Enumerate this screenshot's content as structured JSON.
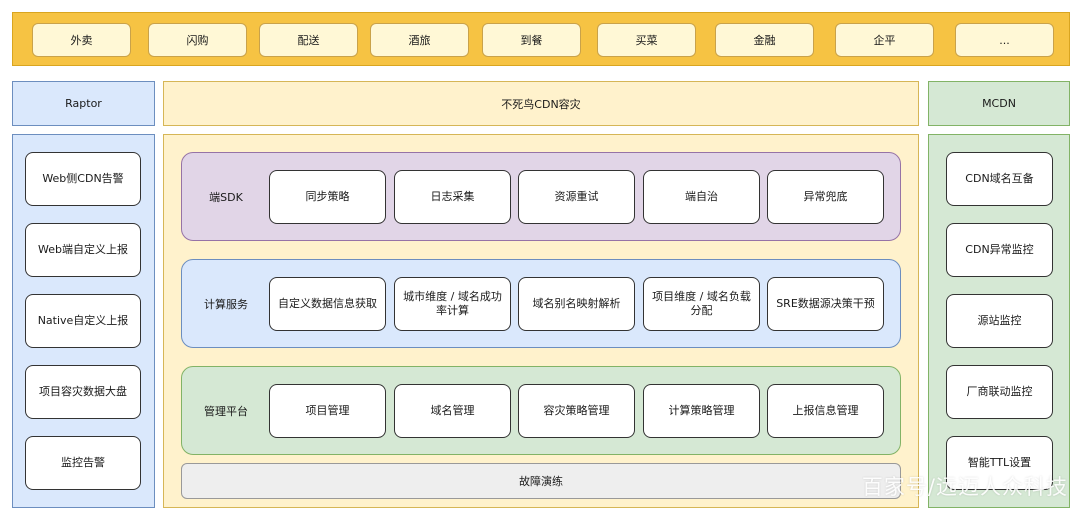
{
  "business_bar": {
    "items": [
      "外卖",
      "闪购",
      "配送",
      "酒旅",
      "到餐",
      "买菜",
      "金融",
      "企平",
      "..."
    ]
  },
  "raptor": {
    "title": "Raptor",
    "items": [
      "Web侧CDN告警",
      "Web端自定义上报",
      "Native自定义上报",
      "项目容灾数据大盘",
      "监控告警"
    ]
  },
  "center": {
    "title": "不死鸟CDN容灾",
    "rows": [
      {
        "label": "端SDK",
        "items": [
          "同步策略",
          "日志采集",
          "资源重试",
          "端自治",
          "异常兜底"
        ]
      },
      {
        "label": "计算服务",
        "items": [
          "自定义数据信息获取",
          "城市维度 / 域名成功率计算",
          "域名别名映射解析",
          "项目维度 / 域名负载分配",
          "SRE数据源决策干预"
        ]
      },
      {
        "label": "管理平台",
        "items": [
          "项目管理",
          "域名管理",
          "容灾策略管理",
          "计算策略管理",
          "上报信息管理"
        ]
      }
    ],
    "drill": "故障演练"
  },
  "mcdn": {
    "title": "MCDN",
    "items": [
      "CDN域名互备",
      "CDN异常监控",
      "源站监控",
      "厂商联动监控",
      "智能TTL设置"
    ]
  },
  "watermark": "百家号/远迈人众科技"
}
